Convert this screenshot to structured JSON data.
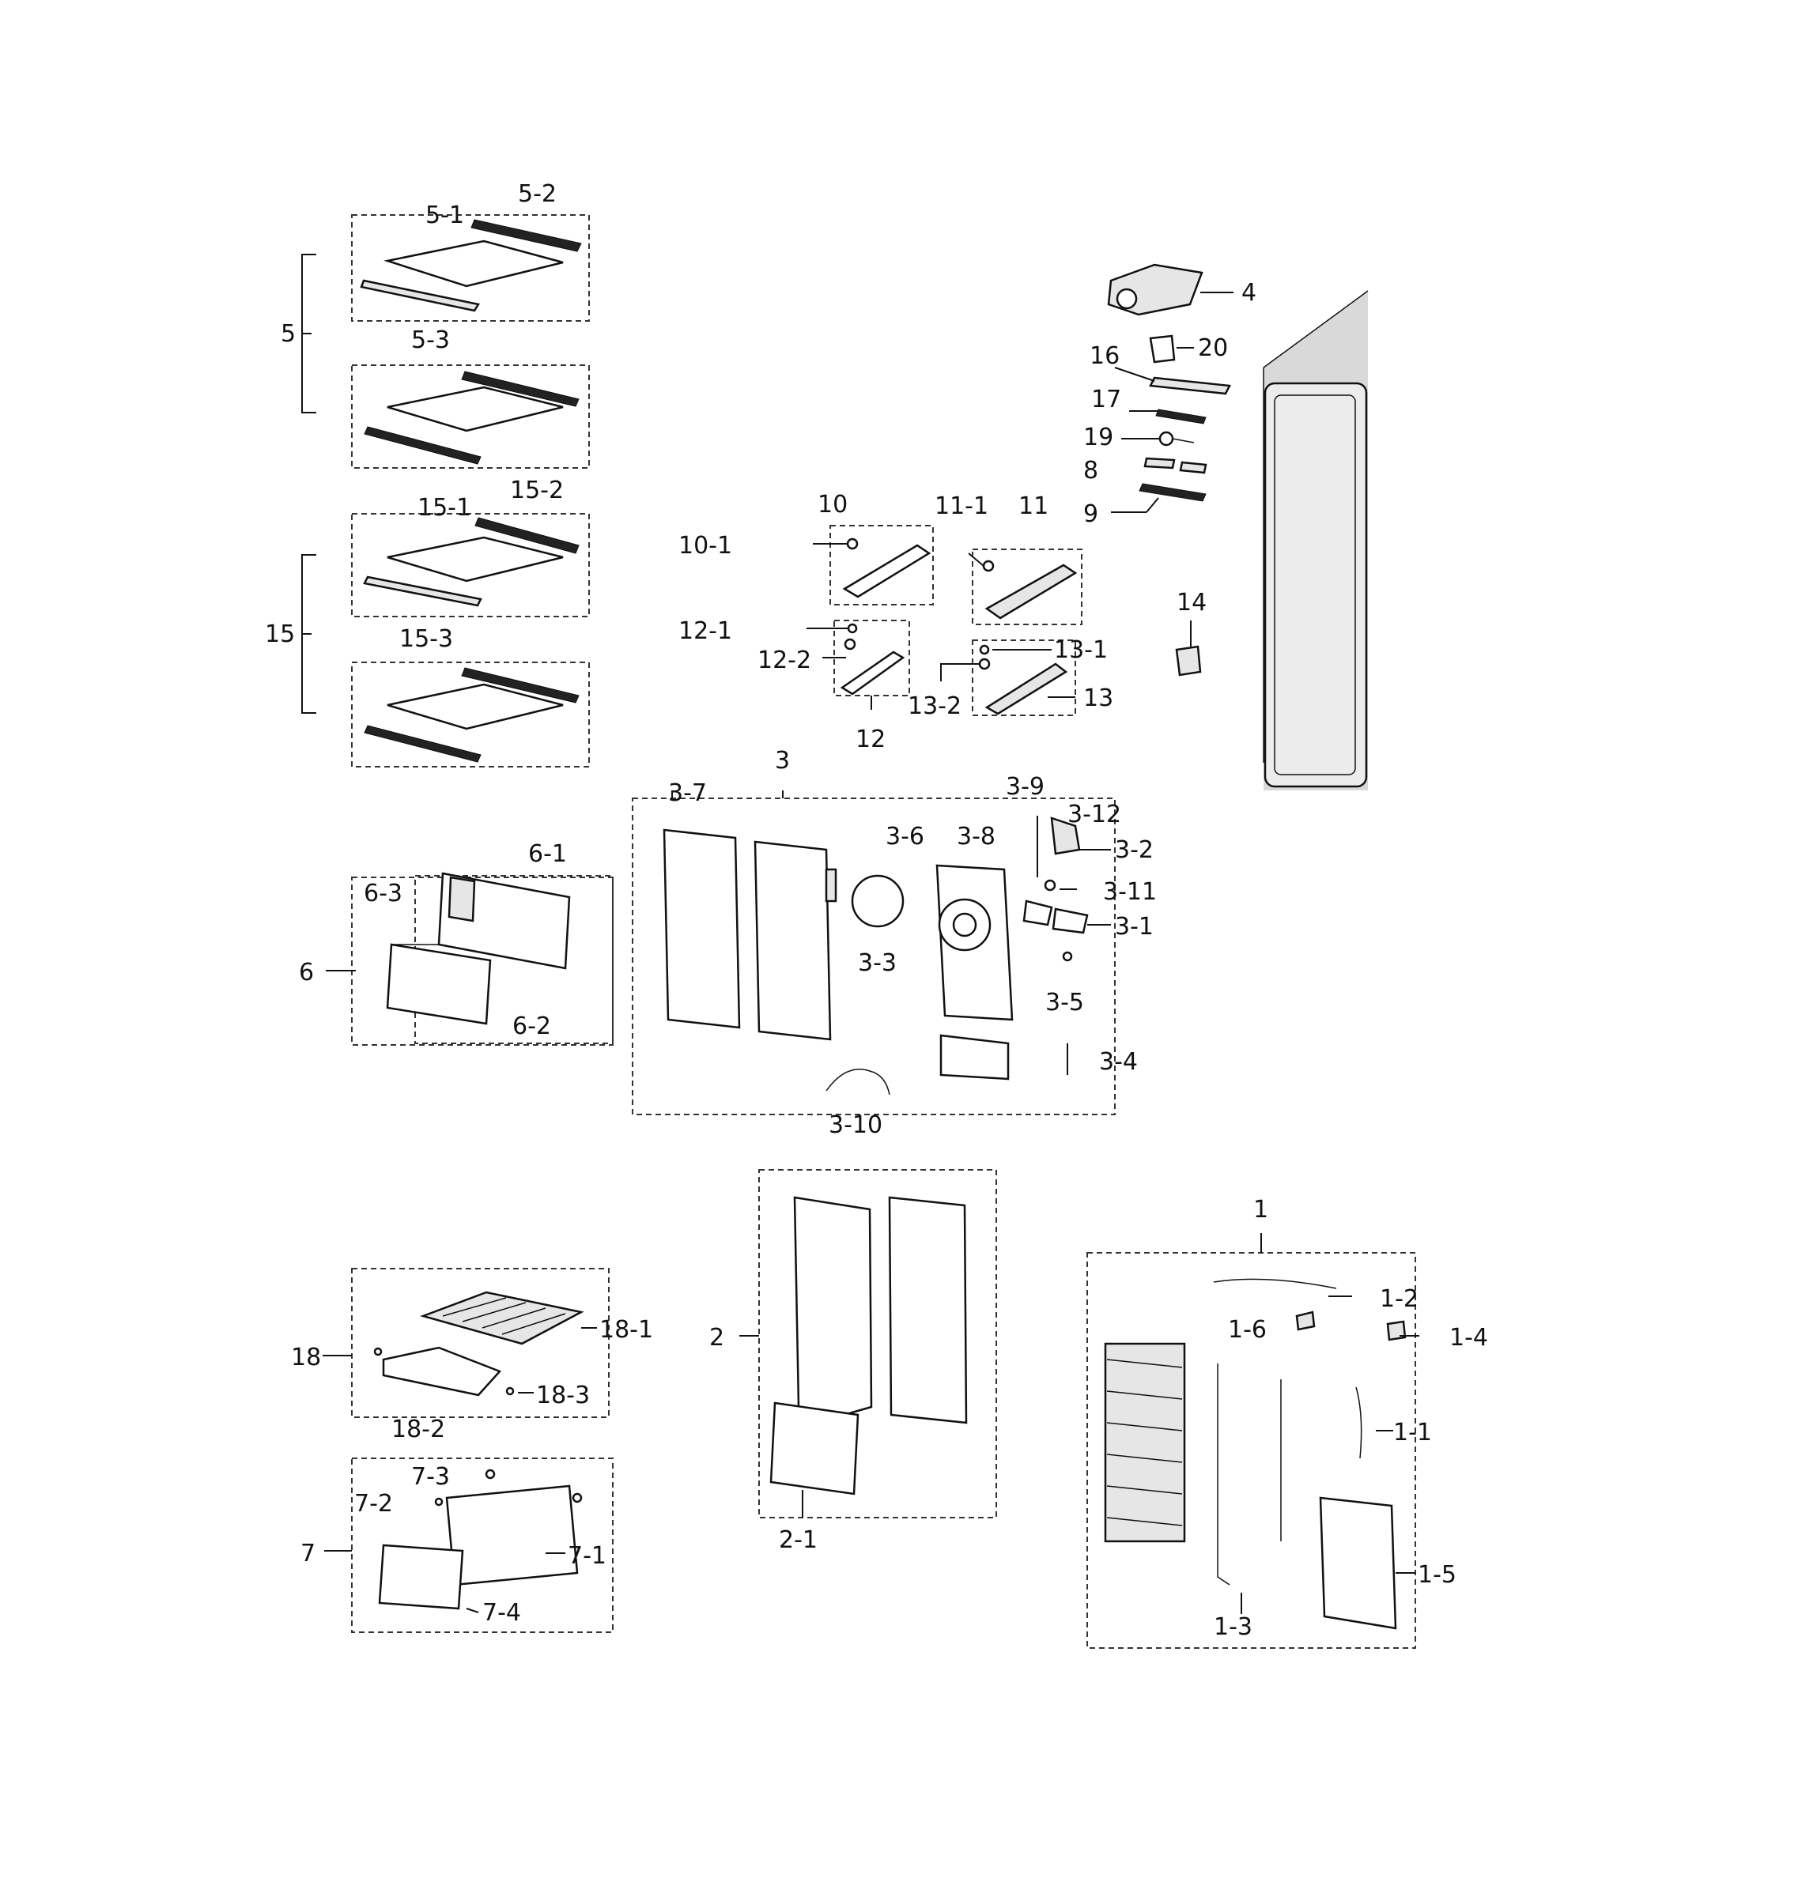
{
  "labels": [
    "5-2",
    "5-1",
    "5",
    "5-3",
    "15-1",
    "15-2",
    "15",
    "15-3",
    "10",
    "10-1",
    "11-1",
    "11",
    "12-1",
    "12-2",
    "12",
    "13-1",
    "13-2",
    "13",
    "4",
    "20",
    "16",
    "17",
    "19",
    "8",
    "9",
    "14",
    "3",
    "3-7",
    "3-9",
    "3-12",
    "3-2",
    "3-6",
    "3-8",
    "3-11",
    "3-1",
    "3-3",
    "3-5",
    "3-4",
    "3-10",
    "6-1",
    "6-3",
    "6",
    "6-2",
    "2",
    "2-1",
    "1",
    "1-2",
    "1-6",
    "1-4",
    "1-1",
    "1-5",
    "1-3",
    "18",
    "18-1",
    "18-3",
    "18-2",
    "7-3",
    "7-2",
    "7-1",
    "7",
    "7-4"
  ]
}
